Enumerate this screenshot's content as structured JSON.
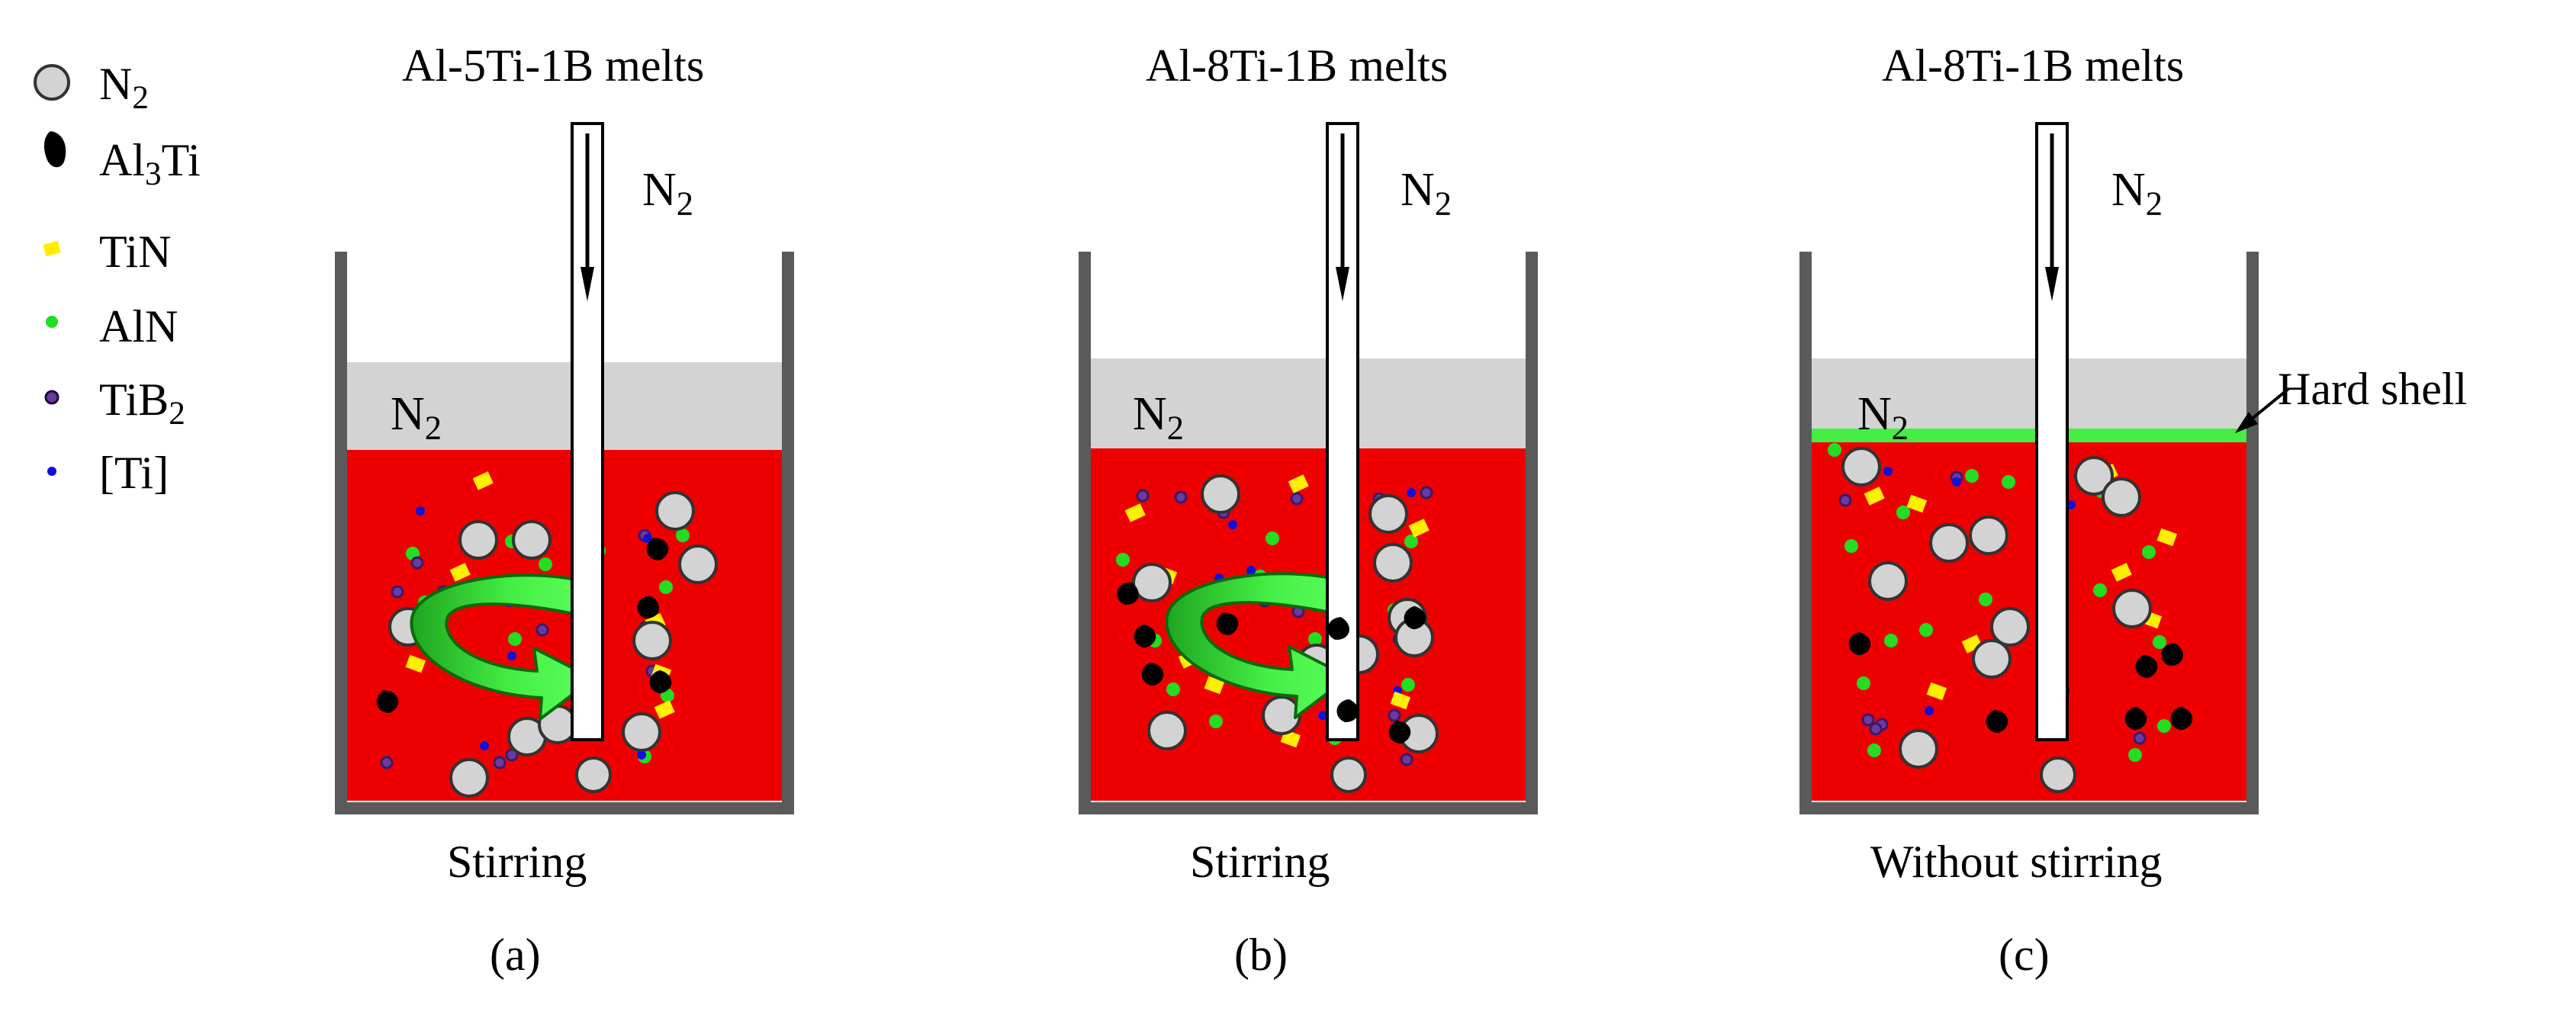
{
  "legend": [
    {
      "key": "n2",
      "symbol": "N",
      "sub": "2",
      "after": "",
      "shape": "gray-circle"
    },
    {
      "key": "al3ti",
      "symbol": "Al",
      "sub": "3",
      "after": "Ti",
      "shape": "black-particle"
    },
    {
      "key": "tin",
      "symbol": "TiN",
      "sub": "",
      "after": "",
      "shape": "yellow-square"
    },
    {
      "key": "aln",
      "symbol": "AlN",
      "sub": "",
      "after": "",
      "shape": "green-dot"
    },
    {
      "key": "tib2",
      "symbol": "TiB",
      "sub": "2",
      "after": "",
      "shape": "purple-ring"
    },
    {
      "key": "ti",
      "symbol": "[Ti]",
      "sub": "",
      "after": "",
      "shape": "blue-dot"
    }
  ],
  "panels": [
    {
      "id": "a",
      "title": "Al-5Ti-1B melts",
      "gas_symbol": "N",
      "gas_sub": "2",
      "caption": "Stirring",
      "sublabel": "(a)",
      "stirring": true
    },
    {
      "id": "b",
      "title": "Al-8Ti-1B melts",
      "gas_symbol": "N",
      "gas_sub": "2",
      "caption": "Stirring",
      "sublabel": "(b)",
      "stirring": true
    },
    {
      "id": "c",
      "title": "Al-8Ti-1B melts",
      "gas_symbol": "N",
      "gas_sub": "2",
      "caption": "Without stirring",
      "sublabel": "(c)",
      "stirring": false,
      "annotation": "Hard shell"
    }
  ],
  "colors": {
    "melt": "#ee0000",
    "gas_layer": "#d3d3d3",
    "crucible": "#5a5a5a",
    "n2_bubble": "#d3d3d3",
    "al3ti": "#000000",
    "tin": "#ffee00",
    "aln": "#22dd22",
    "tib2": "#3a1a6a",
    "ti": "#1010dd",
    "stir_arrow": "#44ee44",
    "hard_shell": "#44ee44"
  }
}
